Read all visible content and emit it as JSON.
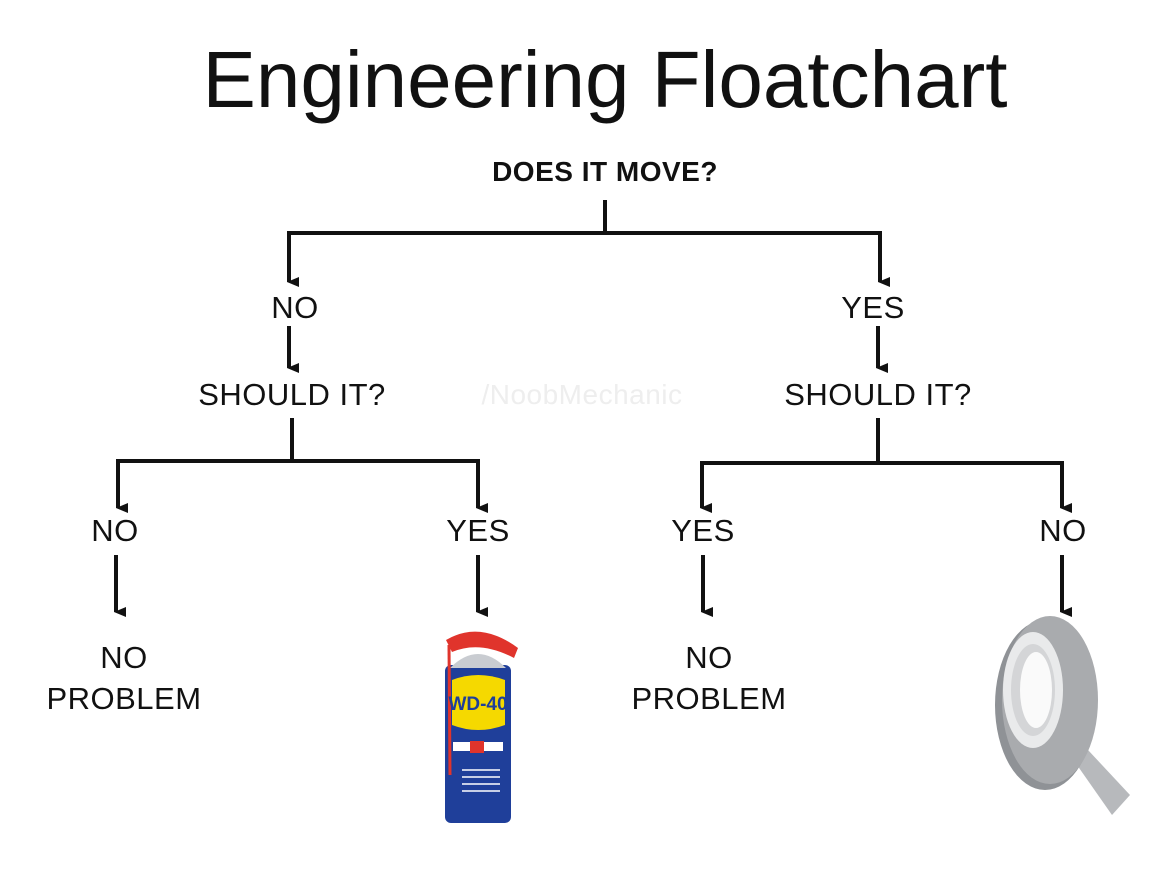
{
  "title": "Engineering Floatchart",
  "root_question": "DOES IT MOVE?",
  "watermark": "/NoobMechanic",
  "left": {
    "answer": "NO",
    "question": "SHOULD IT?",
    "branches": [
      {
        "answer": "NO",
        "result_line1": "NO",
        "result_line2": "PROBLEM"
      },
      {
        "answer": "YES",
        "result_image": "wd-40-can",
        "can_label": "WD-40"
      }
    ]
  },
  "right": {
    "answer": "YES",
    "question": "SHOULD IT?",
    "branches": [
      {
        "answer": "YES",
        "result_line1": "NO",
        "result_line2": "PROBLEM"
      },
      {
        "answer": "NO",
        "result_image": "duct-tape-roll"
      }
    ]
  },
  "colors": {
    "line": "#111111",
    "wd40_blue": "#1f3f9a",
    "wd40_yellow": "#f5d900",
    "wd40_red": "#e0342c",
    "tape": "#a9abae"
  }
}
